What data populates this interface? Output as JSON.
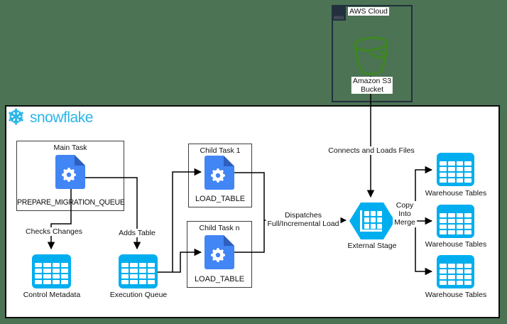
{
  "aws_cloud": {
    "label": "AWS Cloud",
    "logo_text": "aws",
    "s3_bucket": {
      "line1": "Amazon S3",
      "line2": "Bucket"
    }
  },
  "snowflake": {
    "brand": "snowflake",
    "logo_glyph": "❄"
  },
  "nodes": {
    "main_task": {
      "title": "Main Task",
      "label": "PREPARE_MIGRATION_QUEUE"
    },
    "child_task_1": {
      "title": "Child Task 1",
      "label": "LOAD_TABLE"
    },
    "child_task_n": {
      "title": "Child Task n",
      "label": "LOAD_TABLE"
    },
    "control_metadata": {
      "label": "Control Metadata"
    },
    "execution_queue": {
      "label": "Execution Queue"
    },
    "external_stage": {
      "label": "External Stage"
    },
    "warehouses": [
      {
        "label": "Warehouse Tables"
      },
      {
        "label": "Warehouse Tables"
      },
      {
        "label": "Warehouse Tables"
      }
    ]
  },
  "edge_labels": {
    "checks_changes": "Checks Changes",
    "adds_table": "Adds Table",
    "dispatches": {
      "line1": "Dispatches",
      "line2": "Full/Incremental Load"
    },
    "connects_and_loads": "Connects and Loads Files",
    "copy_into_merge": {
      "line1": "Copy",
      "line2": "Into",
      "line3": "Merge"
    }
  },
  "colors": {
    "background_green": "#4b7354",
    "aws_navy": "#232F3E",
    "bucket_green": "#3F8624",
    "snowflake_blue": "#29B5E8",
    "icon_cyan": "#00AEEF",
    "doc_blue": "#4285F4",
    "doc_fold_blue": "#2E5FBE",
    "line_black": "#000000"
  }
}
